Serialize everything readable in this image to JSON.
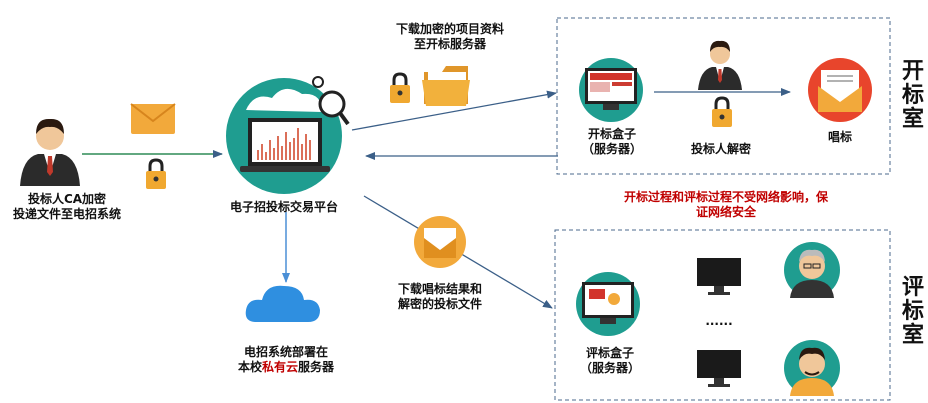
{
  "colors": {
    "teal": "#1f9d90",
    "orange": "#f2a93b",
    "red": "#c00000",
    "blue_arrow": "#3b5f88"
  },
  "bidder": {
    "line1": "投标人CA加密",
    "line2": "投递文件至电招系统",
    "icon": "bidder-person-icon"
  },
  "platform": {
    "label": "电子招投标交易平台",
    "icon": "laptop-chart-icon"
  },
  "cloud": {
    "line1": "电招系统部署在",
    "line2_prefix": "本校",
    "line2_highlight": "私有云",
    "line2_suffix": "服务器",
    "icon": "cloud-icon"
  },
  "download_encrypted": {
    "line1": "下载加密的项目资料",
    "line2": "至开标服务器"
  },
  "download_results": {
    "line1": "下载唱标结果和",
    "line2": "解密的投标文件"
  },
  "opening_room": {
    "title_chars": [
      "开",
      "标",
      "室"
    ],
    "box_label": "开标盒子",
    "server_label": "（服务器）",
    "bidder_label": "投标人解密",
    "announce_label": "唱标"
  },
  "note": {
    "line1": "开标过程和评标过程不受网络影响，保",
    "line2": "证网络安全"
  },
  "evaluation_room": {
    "title_chars": [
      "评",
      "标",
      "室"
    ],
    "box_label": "评标盒子",
    "server_label": "（服务器）",
    "ellipsis": "......"
  }
}
